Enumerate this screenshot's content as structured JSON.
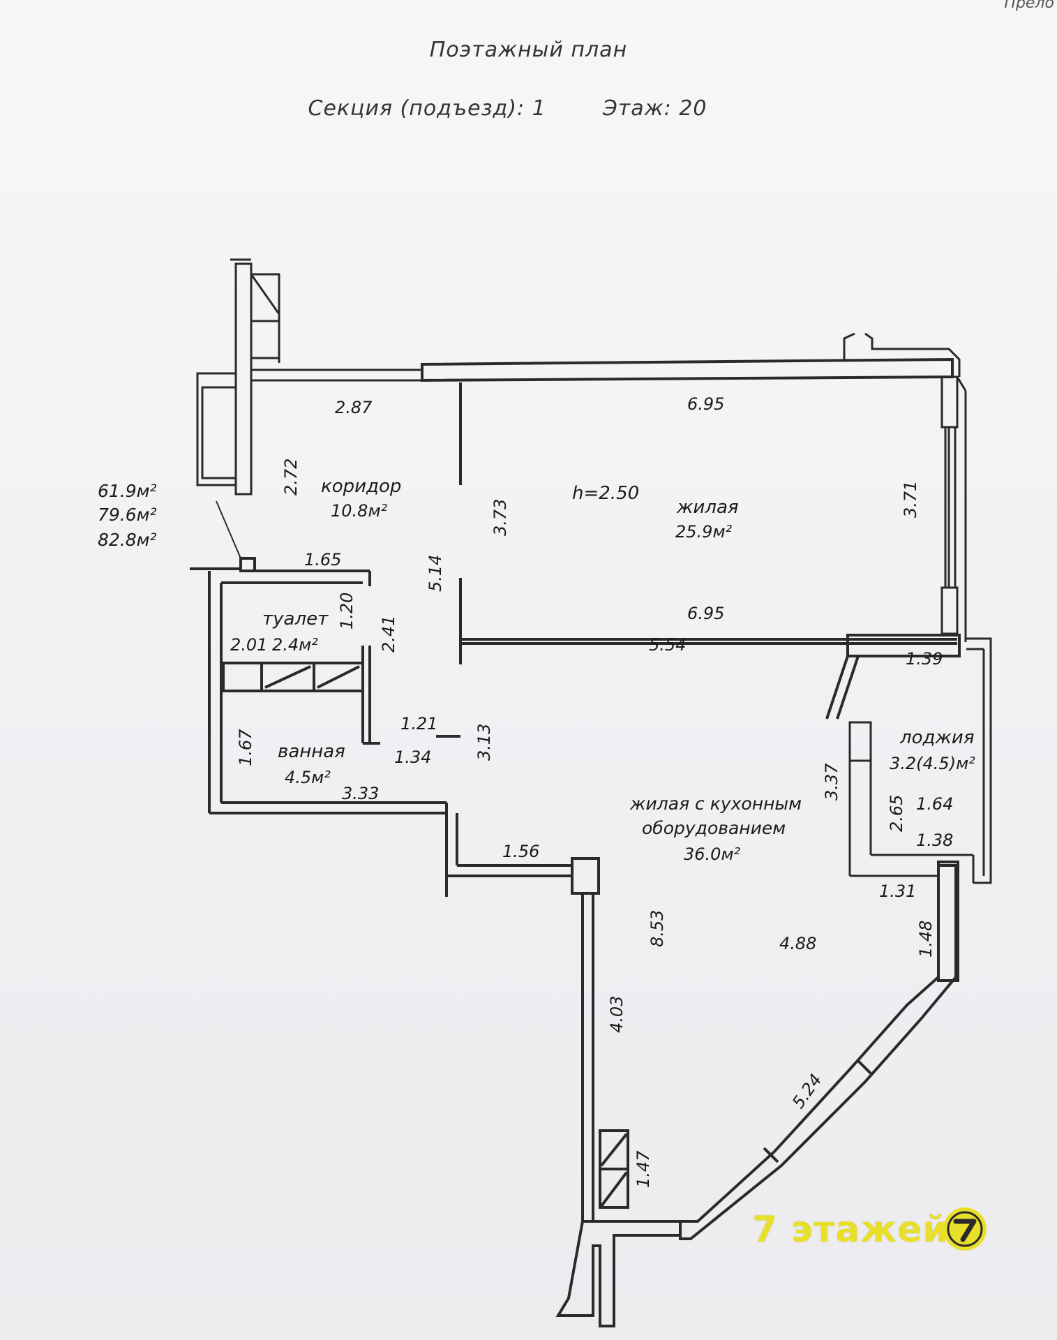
{
  "header": {
    "corner_fragment": "Прело",
    "title": "Поэтажный план",
    "section_label": "Секция (подъезд): 1",
    "floor_label": "Этаж: 20"
  },
  "totals": [
    "61.9м²",
    "79.6м²",
    "82.8м²"
  ],
  "ceiling_height": "h=2.50",
  "rooms": [
    {
      "key": "corridor",
      "name": "коридор",
      "area": "10.8м²"
    },
    {
      "key": "living",
      "name": "жилая",
      "area": "25.9м²"
    },
    {
      "key": "toilet",
      "name": "туалет",
      "area": "2.4м²"
    },
    {
      "key": "bath",
      "name": "ванная",
      "area": "4.5м²"
    },
    {
      "key": "kitchen",
      "name_line1": "жилая с кухонным",
      "name_line2": "оборудованием",
      "area": "36.0м²"
    },
    {
      "key": "loggia",
      "name": "лоджия",
      "area": "3.2(4.5)м²"
    }
  ],
  "dimensions": [
    "2.87",
    "6.95",
    "2.72",
    "3.73",
    "3.71",
    "1.65",
    "5.14",
    "6.95",
    "1.20",
    "2.01",
    "2.41",
    "5.54",
    "1.39",
    "1.21",
    "3.13",
    "1.67",
    "1.34",
    "3.37",
    "3.33",
    "2.65",
    "1.64",
    "1.38",
    "1.56",
    "1.31",
    "8.53",
    "4.88",
    "1.48",
    "4.03",
    "5.24",
    "1.47"
  ],
  "watermark": {
    "text": "7 этажей",
    "color": "#e8df2a"
  }
}
